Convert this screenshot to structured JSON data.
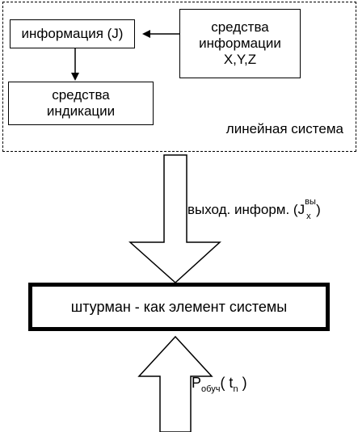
{
  "diagram": {
    "frame_label": "линейная система",
    "info_box": "информация (J)",
    "sources_box": [
      "средства",
      "информации",
      "X,Y,Z"
    ],
    "indication_box": [
      "средства",
      "индикации"
    ],
    "navigator_box": "штурман - как элемент системы",
    "output_label": {
      "text": "выход. информ.  (J",
      "sup": "вы",
      "sub": "х",
      "close": ")"
    },
    "learning_label": {
      "text": "P",
      "sub": "обуч",
      "paren": "( t",
      "sub2": "n",
      "close": " )"
    }
  }
}
